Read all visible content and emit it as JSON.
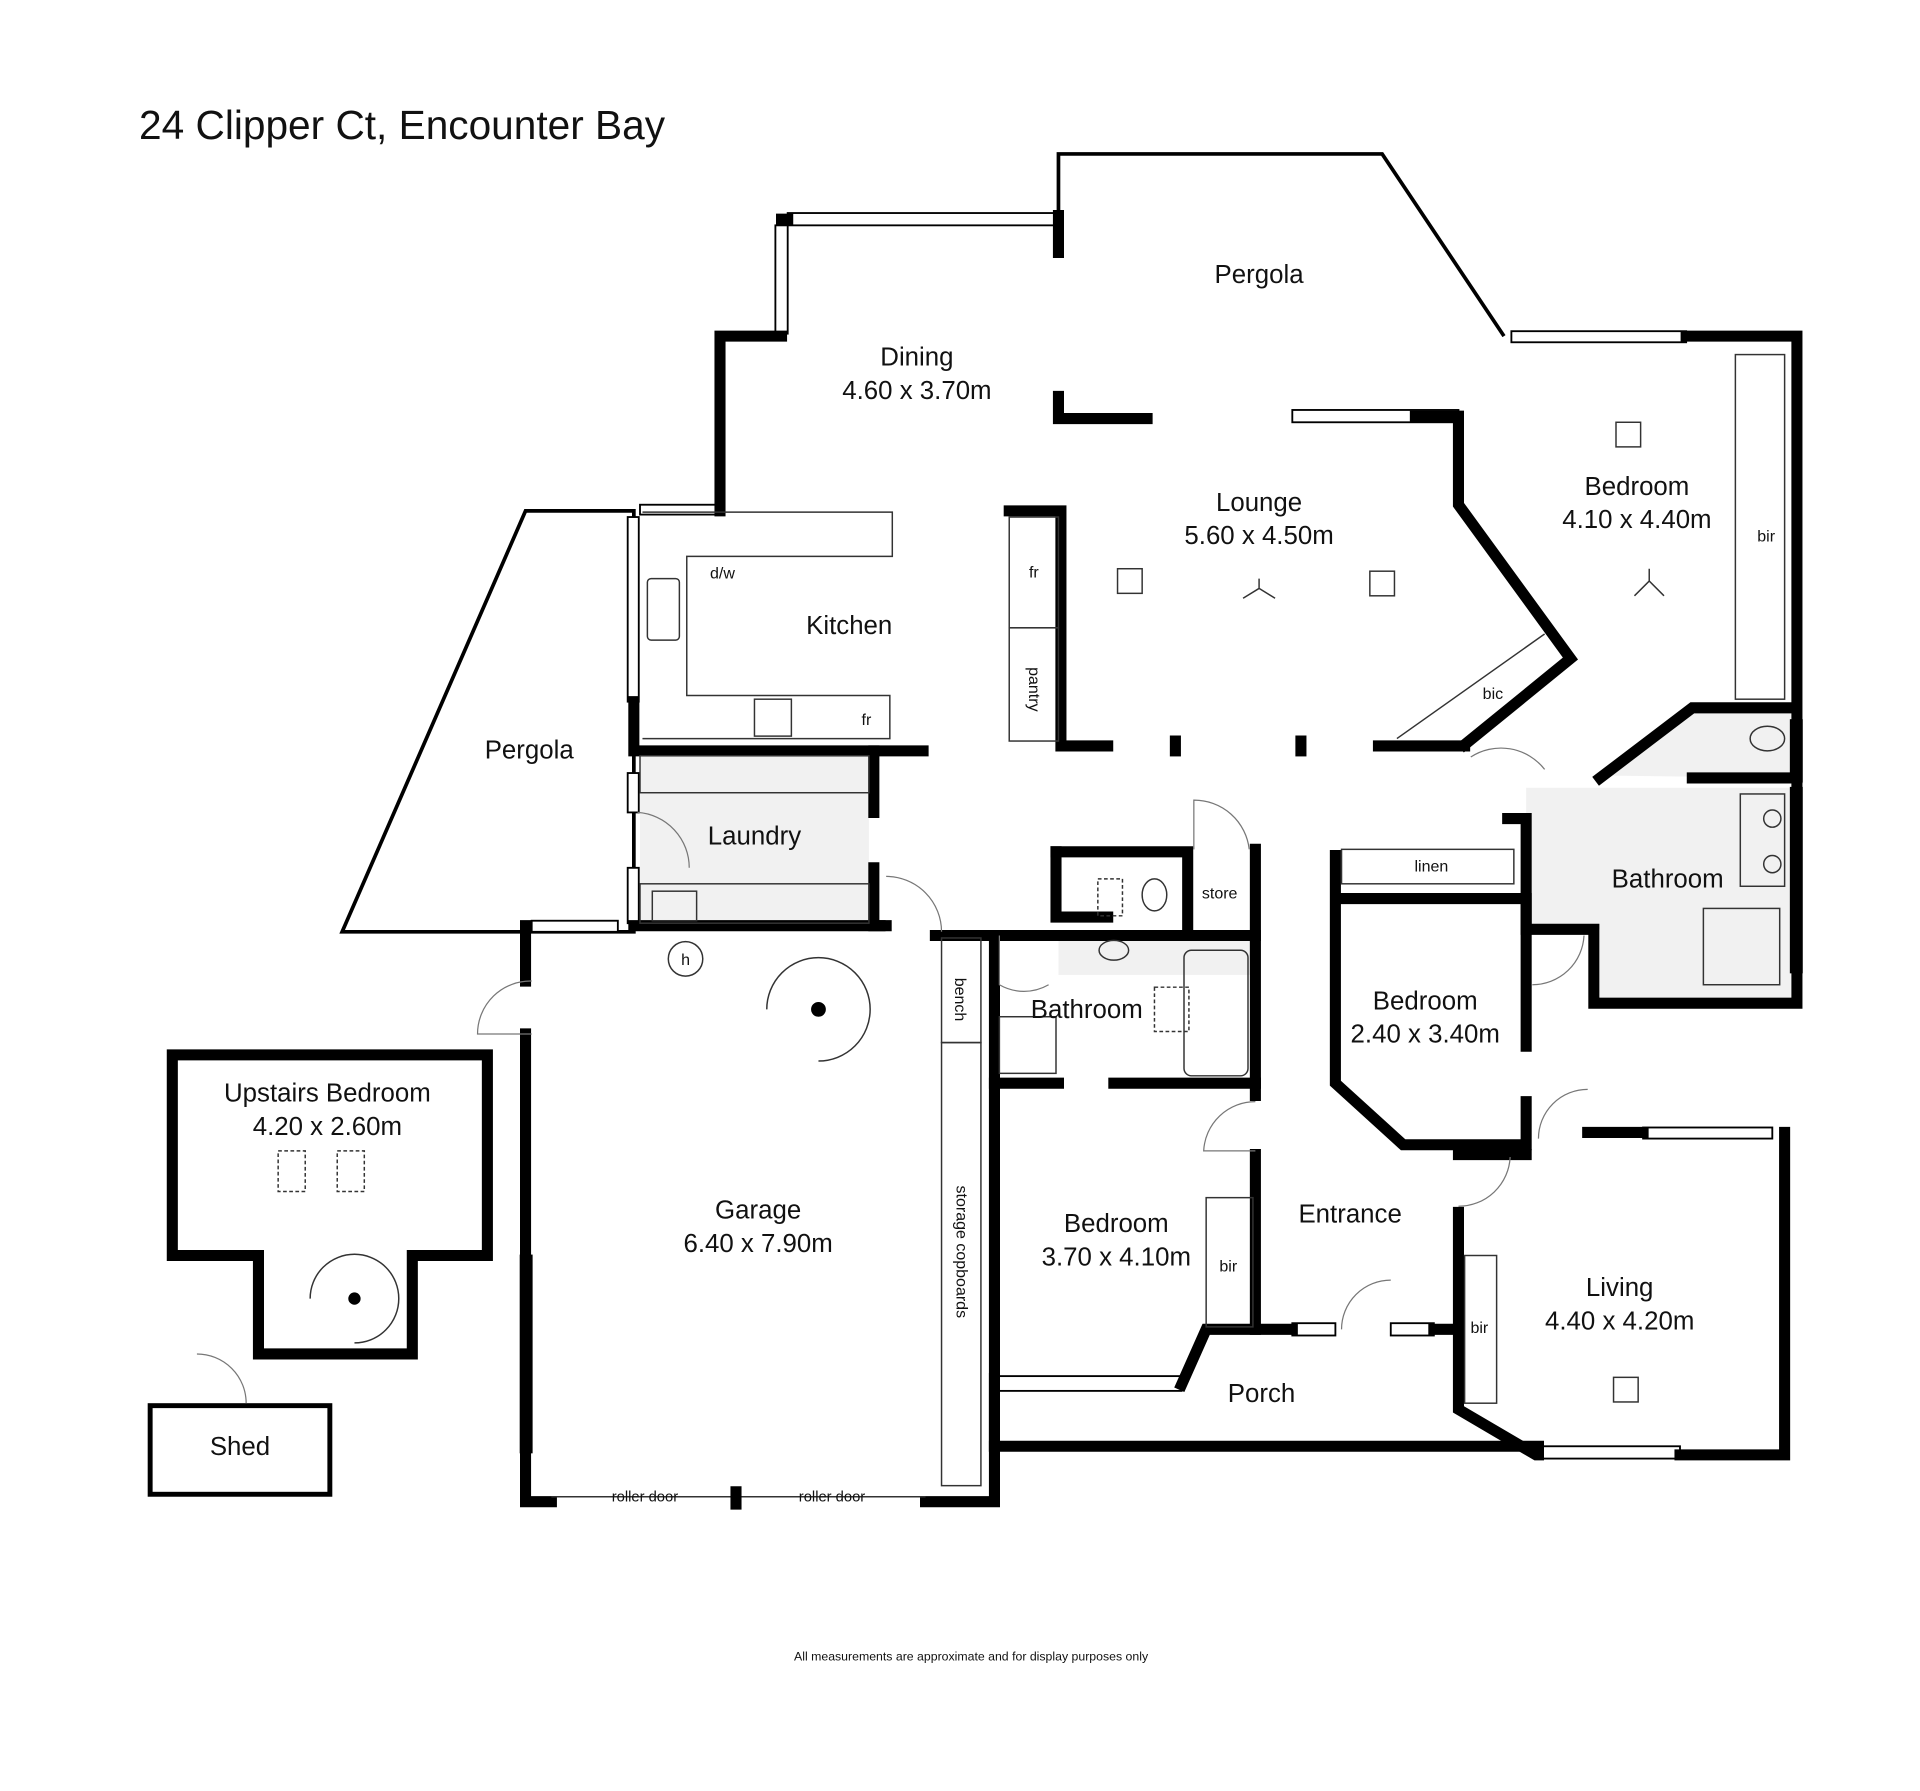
{
  "title": "24 Clipper Ct, Encounter Bay",
  "disclaimer": "All measurements are approximate and for display purposes only",
  "rooms": {
    "pergola_top": "Pergola",
    "dining": {
      "name": "Dining",
      "size": "4.60 x 3.70m"
    },
    "lounge": {
      "name": "Lounge",
      "size": "5.60 x 4.50m"
    },
    "bedroom_ne": {
      "name": "Bedroom",
      "size": "4.10 x 4.40m"
    },
    "kitchen": "Kitchen",
    "pergola_left": "Pergola",
    "laundry": "Laundry",
    "bathroom_center": "Bathroom",
    "bathroom_east": "Bathroom",
    "bedroom_small": {
      "name": "Bedroom",
      "size": "2.40 x 3.40m"
    },
    "upstairs_bedroom": {
      "name": "Upstairs Bedroom",
      "size": "4.20 x 2.60m"
    },
    "garage": {
      "name": "Garage",
      "size": "6.40 x 7.90m"
    },
    "bedroom_sw": {
      "name": "Bedroom",
      "size": "3.70 x 4.10m"
    },
    "entrance": "Entrance",
    "living": {
      "name": "Living",
      "size": "4.40 x 4.20m"
    },
    "porch": "Porch",
    "shed": "Shed"
  },
  "fixtures": {
    "bir_ne": "bir",
    "bic": "bic",
    "dw": "d/w",
    "fr_kitchen": "fr",
    "fr_pantry": "fr",
    "pantry": "pantry",
    "store": "store",
    "linen": "linen",
    "h": "h",
    "bench": "bench",
    "storage": "storage copboards",
    "bir_sw": "bir",
    "bir_living": "bir",
    "roller1": "roller door",
    "roller2": "roller door"
  }
}
